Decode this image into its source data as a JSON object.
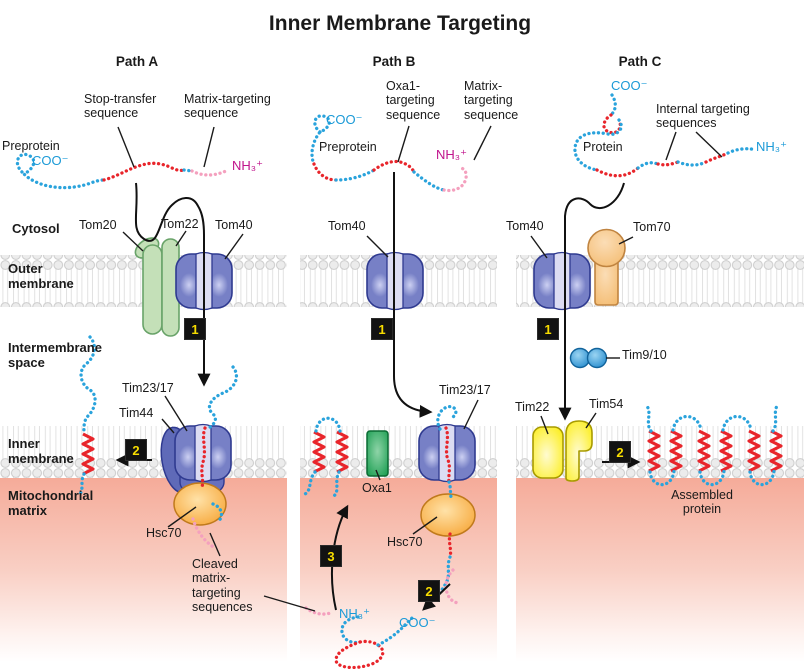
{
  "title": "Inner Membrane Targeting",
  "compartments": {
    "cytosol": "Cytosol",
    "outer_membrane": "Outer\nmembrane",
    "intermembrane": "Intermembrane\nspace",
    "inner_membrane": "Inner\nmembrane",
    "matrix": "Mitochondrial\nmatrix"
  },
  "path_a": {
    "header": "Path A",
    "stop_transfer": "Stop-transfer\nsequence",
    "matrix_targeting": "Matrix-targeting\nsequence",
    "preprotein": "Preprotein",
    "coo": "COO⁻",
    "nh3": "NH₃⁺",
    "tom20": "Tom20",
    "tom22": "Tom22",
    "tom40": "Tom40",
    "tim23_17": "Tim23/17",
    "tim44": "Tim44",
    "hsc70": "Hsc70",
    "cleaved": "Cleaved\nmatrix-\ntargeting\nsequences",
    "step1": "1",
    "step2": "2"
  },
  "path_b": {
    "header": "Path B",
    "oxa1_targeting": "Oxa1-\ntargeting\nsequence",
    "matrix_targeting": "Matrix-\ntargeting\nsequence",
    "coo_top": "COO⁻",
    "preprotein": "Preprotein",
    "nh3_top": "NH₃⁺",
    "tom40": "Tom40",
    "tim23_17": "Tim23/17",
    "oxa1": "Oxa1",
    "hsc70": "Hsc70",
    "nh3_bottom": "NH₃⁺",
    "coo_bottom": "COO⁻",
    "step1": "1",
    "step2": "2",
    "step3": "3"
  },
  "path_c": {
    "header": "Path C",
    "coo": "COO⁻",
    "internal": "Internal targeting\nsequences",
    "protein": "Protein",
    "nh3": "NH₃⁺",
    "tom40": "Tom40",
    "tom70": "Tom70",
    "tim9_10": "Tim9/10",
    "tim22": "Tim22",
    "tim54": "Tim54",
    "assembled": "Assembled\nprotein",
    "step1": "1",
    "step2": "2"
  },
  "colors": {
    "chain_blue": "#2aa3dc",
    "chain_red": "#e8252b",
    "chain_pink": "#f4a0be",
    "label_blue": "#1b9ad7",
    "label_magenta": "#c0148c",
    "tom40_fill": "#7780c6",
    "tom20_fill": "#c4e0b8",
    "tom70_fill": "#f7c78e",
    "oxa1_fill": "#129a4b",
    "hsc70_fill": "#f6a230",
    "tim9_fill": "#1d86cb",
    "tim22_fill": "#fcee21",
    "matrix_pink": "#f5ab99",
    "badge_bg": "#121212",
    "badge_text": "#f7dc00"
  }
}
